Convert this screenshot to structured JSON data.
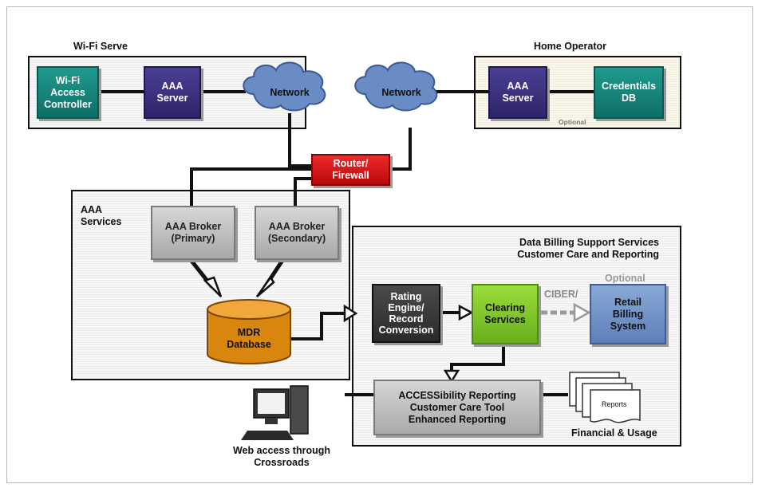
{
  "panels": {
    "wifi_title": "Wi-Fi Serve",
    "home_title": "Home Operator",
    "aaa_services_title": "AAA\nServices",
    "billing_title": "Data Billing Support Services\nCustomer Care and Reporting"
  },
  "nodes": {
    "wifi_controller": "Wi-Fi\nAccess\nController",
    "aaa_server_left": "AAA\nServer",
    "network_left": "Network",
    "network_right": "Network",
    "aaa_server_right": "AAA\nServer",
    "credentials_db": "Credentials\nDB",
    "optional_small": "Optional",
    "router_firewall": "Router/\nFirewall",
    "broker_primary": "AAA Broker\n(Primary)",
    "broker_secondary": "AAA Broker\n(Secondary)",
    "mdr_database": "MDR\nDatabase",
    "rating_engine": "Rating\nEngine/\nRecord\nConversion",
    "clearing_services": "Clearing\nServices",
    "ciber_label": "CIBER/",
    "optional_label": "Optional",
    "retail_billing": "Retail\nBilling\nSystem",
    "reporting": "ACCESSibility Reporting\nCustomer Care Tool\nEnhanced Reporting",
    "reports_doc": "Reports",
    "financial_usage": "Financial & Usage",
    "web_access": "Web access through\nCrossroads"
  },
  "colors": {
    "teal": "#1f9a8e",
    "purple": "#3b3180",
    "red": "#d41414",
    "green": "#7cc52a",
    "blue": "#6e8fc6",
    "orange": "#d9860f",
    "gray": "#bdbdbd"
  }
}
